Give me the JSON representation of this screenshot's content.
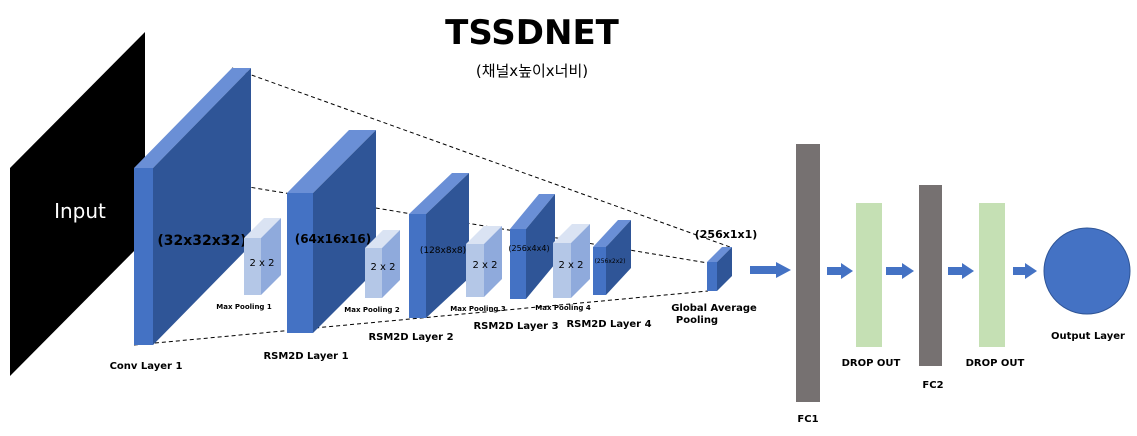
{
  "title": "TSSDNET",
  "subtitle": "(채널x높이x너비)",
  "input_label": "Input",
  "layers": [
    {
      "label": "Conv Layer 1",
      "dims": "(32x32x32)"
    },
    {
      "label": "RSM2D Layer 1",
      "dims": "(64x16x16)"
    },
    {
      "label": "RSM2D Layer 2",
      "dims": "(128x8x8)"
    },
    {
      "label": "RSM2D Layer 3",
      "dims": "(256x4x4)"
    },
    {
      "label": "RSM2D Layer 4",
      "dims": "(256x2x2)"
    }
  ],
  "pools": [
    {
      "label": "Max Pooling 1",
      "kernel": "2 x 2"
    },
    {
      "label": "Max Pooling 2",
      "kernel": "2 x 2"
    },
    {
      "label": "Max Pooling 3",
      "kernel": "2 x 2"
    },
    {
      "label": "Max Pooling 4",
      "kernel": "2 x 2"
    }
  ],
  "gap": {
    "label_line1": "Global Average",
    "label_line2": "Pooling",
    "dims": "(256x1x1)"
  },
  "fc1": "FC1",
  "dropout1": "DROP OUT",
  "fc2": "FC2",
  "dropout2": "DROP OUT",
  "output_label": "Output Layer",
  "colors": {
    "block_front": "#4472C4",
    "block_side": "#2F5597",
    "block_top": "#6A8FD6",
    "pool_front": "#B4C7E7",
    "pool_side": "#8FAADC",
    "pool_top": "#DAE3F3",
    "fc": "#767171",
    "dropout": "#C5E0B4",
    "arrow": "#4472C4",
    "output": "#4472C4"
  }
}
